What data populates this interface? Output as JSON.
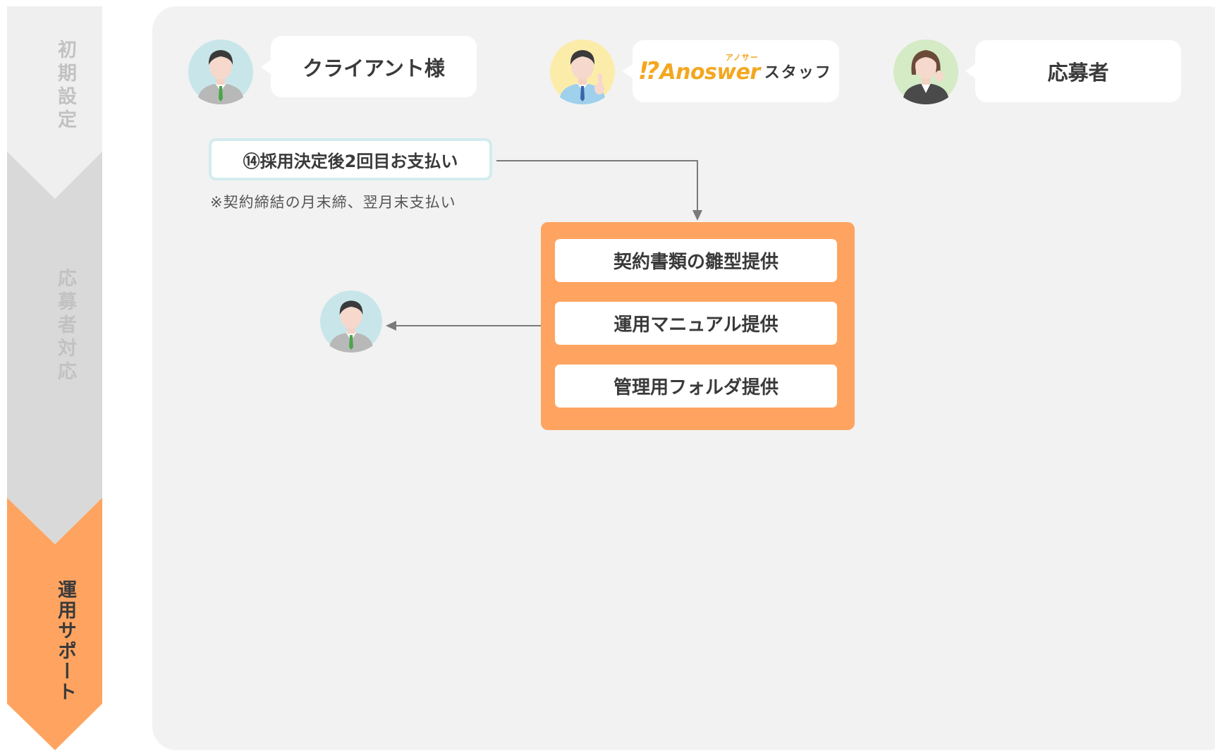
{
  "steps": [
    {
      "label": "初期設定",
      "state": "done"
    },
    {
      "label": "応募者対応",
      "state": "done"
    },
    {
      "label": "運用サポート",
      "state": "active"
    }
  ],
  "colors": {
    "accent_orange": "#fea460",
    "panel_bg": "#f2f2f2",
    "step_done": "#efefef",
    "step_mid": "#d9d9d9",
    "payment_border": "#d3ebee",
    "arrow": "#7a7a7a",
    "logo": "#f3a720"
  },
  "roles": {
    "client": {
      "label": "クライアント様",
      "icon": "businessman-avatar-icon"
    },
    "staff": {
      "logo_mark": "⁉",
      "logo_word": "Anoswer",
      "logo_kana": "アノサー",
      "label": "スタッフ",
      "icon": "staff-pointing-avatar-icon"
    },
    "applicant": {
      "label": "応募者",
      "icon": "businesswoman-avatar-icon"
    }
  },
  "payment": {
    "label": "⑭採用決定後2回目お支払い",
    "note": "※契約締結の月末締、翌月末支払い"
  },
  "services": [
    "契約書類の雛型提供",
    "運用マニュアル提供",
    "管理用フォルダ提供"
  ]
}
